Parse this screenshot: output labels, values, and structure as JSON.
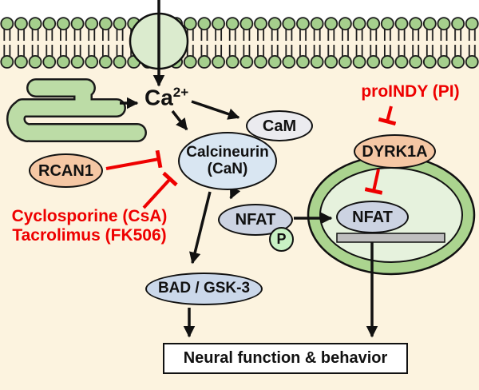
{
  "figure": {
    "type": "cell-signaling-pathway-diagram",
    "description": "Ca2+/Calcineurin/NFAT signaling with DYRK1A and inhibitors"
  },
  "colors": {
    "cytoplasm_bg": "#FCF3DF",
    "extracellular_bg": "#FFFFFF",
    "membrane_head_green": "#A5CF8D",
    "channel_green": "#DBEBCE",
    "er_green": "#BCDCA6",
    "nucleus_ring_green": "#ABD48F",
    "nucleoplasm_green": "#E6F2DD",
    "inhibitor_red": "#EE0000",
    "protein_salmon": "#F5C7A4",
    "calcineurin_blue": "#D9E6F2",
    "nfat_gray_blue": "#CCD3E2",
    "cam_gray": "#EBEBEF",
    "bad_gsk_blue": "#CBD8EA",
    "phosphate_green": "#C8F2C4",
    "dna_bar_gray": "#BFBFBF",
    "arrow_black": "#111111"
  },
  "labels": {
    "calcium_base": "Ca",
    "calcium_sup": "2+",
    "cam": "CaM",
    "calcineurin_line1": "Calcineurin",
    "calcineurin_line2": "(CaN)",
    "rcan1": "RCAN1",
    "cyclosporine": "Cyclosporine (CsA)",
    "tacrolimus": "Tacrolimus (FK506)",
    "nfat_cytoplasm": "NFAT",
    "phosphate": "P",
    "proindy": "proINDY (PI)",
    "dyrk1a": "DYRK1A",
    "nfat_nucleus": "NFAT",
    "bad_gsk3": "BAD / GSK-3",
    "outcome": "Neural function & behavior"
  }
}
